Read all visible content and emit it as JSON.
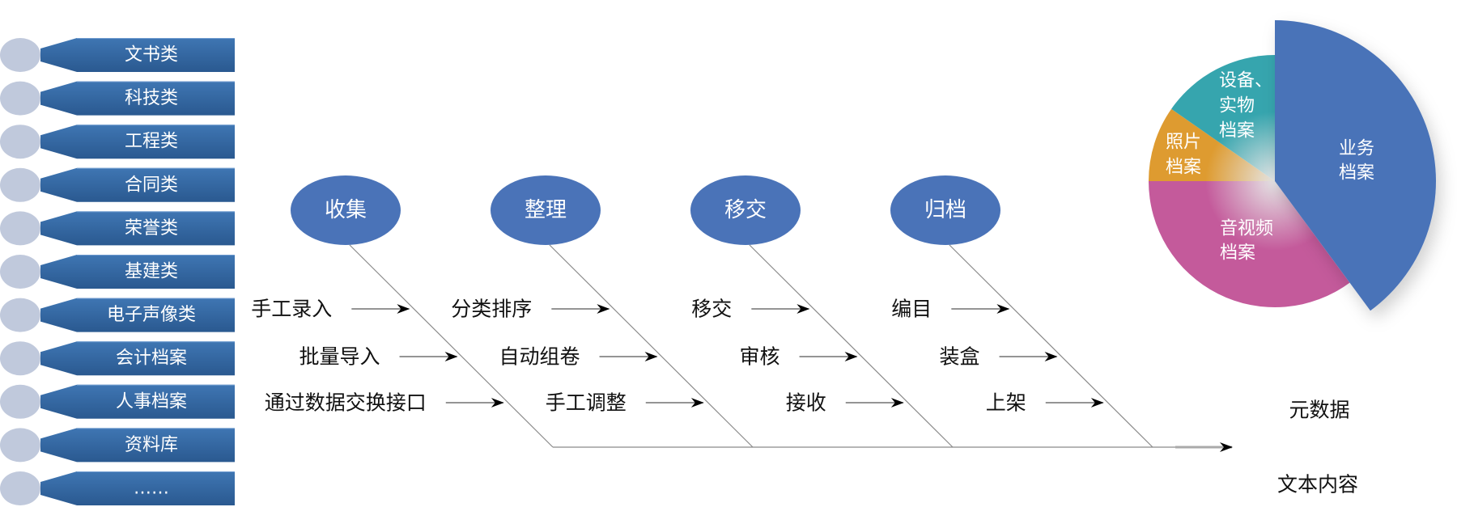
{
  "categories": [
    "文书类",
    "科技类",
    "工程类",
    "合同类",
    "荣誉类",
    "基建类",
    "电子声像类",
    "会计档案",
    "人事档案",
    "资料库",
    "……"
  ],
  "stages": [
    {
      "title": "收集",
      "items": [
        "手工录入",
        "批量导入",
        "通过数据交换接口"
      ]
    },
    {
      "title": "整理",
      "items": [
        "分类排序",
        "自动组卷",
        "手工调整"
      ]
    },
    {
      "title": "移交",
      "items": [
        "移交",
        "审核",
        "接收"
      ]
    },
    {
      "title": "归档",
      "items": [
        "编目",
        "装盒",
        "上架"
      ]
    }
  ],
  "outputs": [
    "元数据",
    "文本内容"
  ],
  "chart_data": {
    "type": "pie",
    "slices": [
      {
        "name": "业务档案",
        "lines": [
          "业务",
          "档案"
        ],
        "value": 39.9,
        "color": "#4a73b8",
        "exploded": true
      },
      {
        "name": "音视频档案",
        "lines": [
          "音视频",
          "档案"
        ],
        "value": 35.1,
        "color": "#c45a9b"
      },
      {
        "name": "照片档案",
        "lines": [
          "照片",
          "档案"
        ],
        "value": 9.7,
        "color": "#de9b30"
      },
      {
        "name": "设备、实物档案",
        "lines": [
          "设备、",
          "实物",
          "档案"
        ],
        "value": 15.3,
        "color": "#36a5ae"
      }
    ]
  },
  "colors": {
    "band_top": "#3c72ae",
    "band_bottom": "#2b5b93",
    "circle": "#c0c9dc",
    "stage": "#4a73b8",
    "line": "#8a8a8a"
  }
}
